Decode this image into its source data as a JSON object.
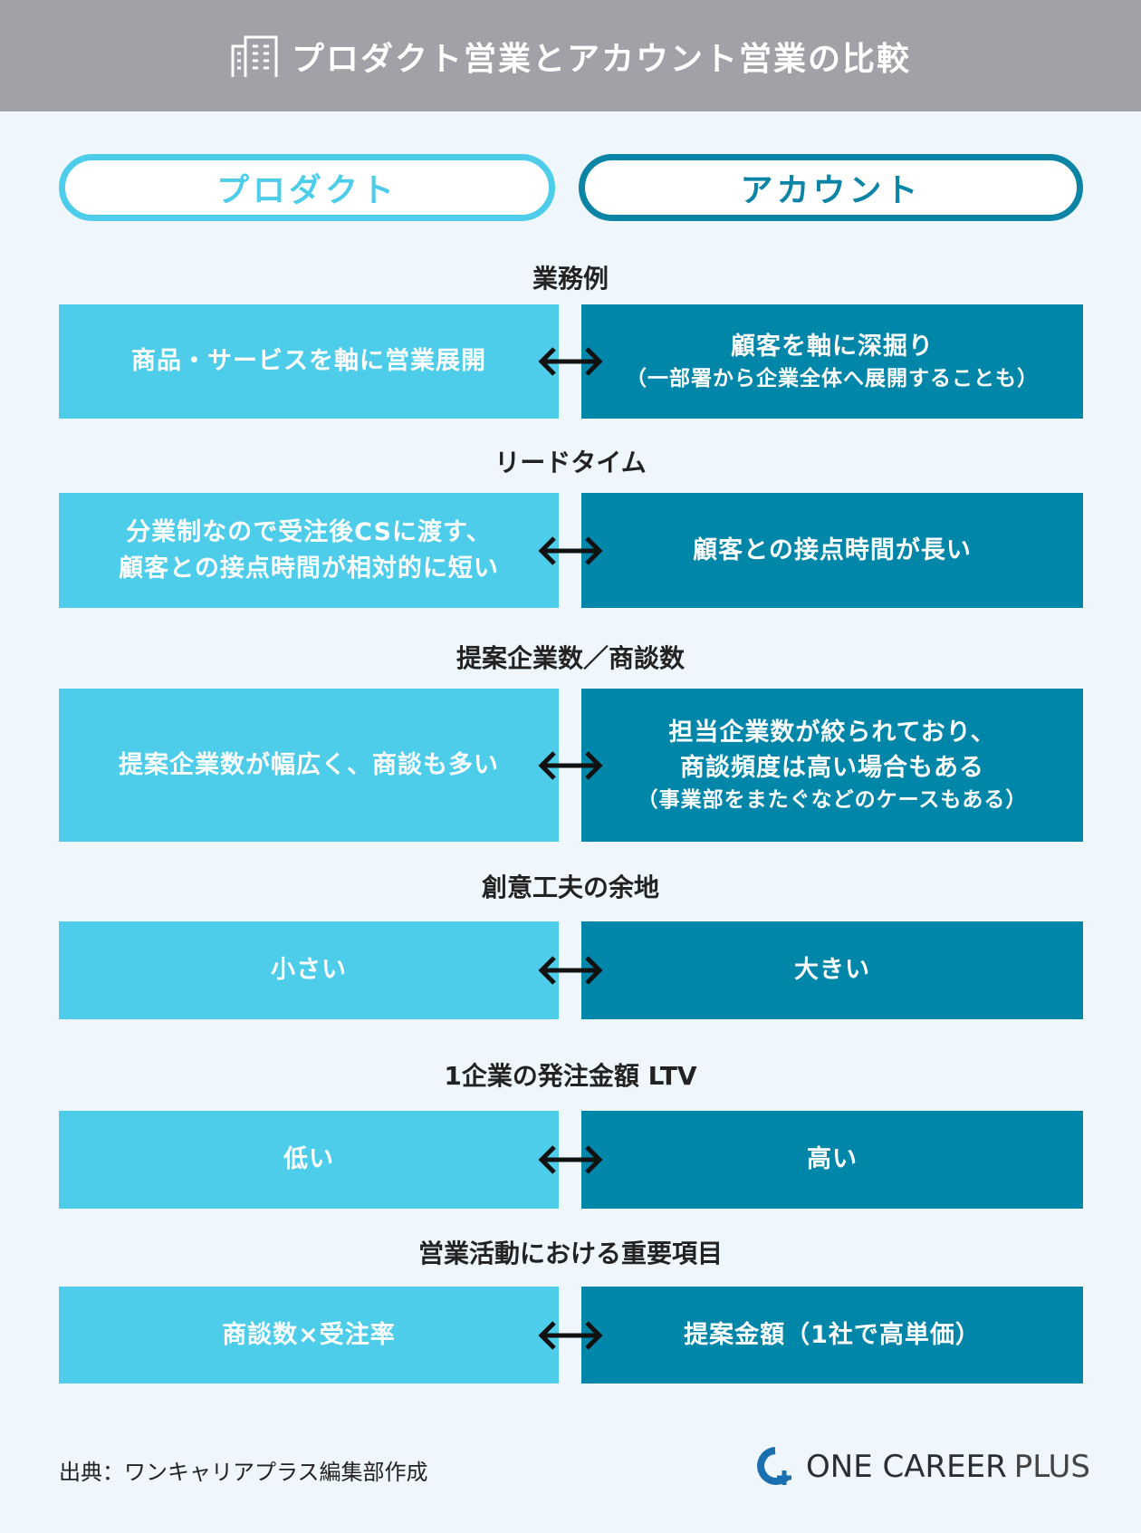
{
  "title": "プロダクト営業とアカウント営業の比較",
  "columns": {
    "left": "プロダクト",
    "right": "アカウント"
  },
  "rows": [
    {
      "label": "業務例",
      "left": [
        "商品・サービスを軸に営業展開"
      ],
      "right": [
        "顧客を軸に深掘り"
      ],
      "right_note": "（一部署から企業全体へ展開することも）"
    },
    {
      "label": "リードタイム",
      "left": [
        "分業制なので受注後CSに渡す、",
        "顧客との接点時間が相対的に短い"
      ],
      "right": [
        "顧客との接点時間が長い"
      ]
    },
    {
      "label": "提案企業数／商談数",
      "left": [
        "提案企業数が幅広く、商談も多い"
      ],
      "right": [
        "担当企業数が絞られており、",
        "商談頻度は高い場合もある"
      ],
      "right_note": "（事業部をまたぐなどのケースもある）"
    },
    {
      "label": "創意工夫の余地",
      "left": [
        "小さい"
      ],
      "right": [
        "大きい"
      ]
    },
    {
      "label": "1企業の発注金額 LTV",
      "left": [
        "低い"
      ],
      "right": [
        "高い"
      ]
    },
    {
      "label": "営業活動における重要項目",
      "left": [
        "商談数×受注率"
      ],
      "right": [
        "提案金額（1社で高単価）"
      ]
    }
  ],
  "footer": {
    "source": "出典：ワンキャリアプラス編集部作成",
    "logo_main": "ONE CAREER",
    "logo_sub": "PLUS"
  },
  "colors": {
    "header": "#a0a2a7",
    "product": "#4ecdea",
    "account": "#0086a8"
  }
}
